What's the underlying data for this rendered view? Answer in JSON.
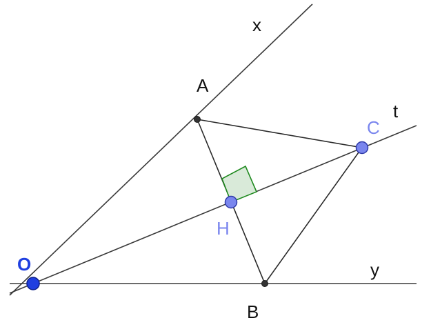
{
  "labels": {
    "x": "x",
    "t": "t",
    "y": "y",
    "A": "A",
    "B": "B",
    "C": "C",
    "H": "H",
    "O": "O"
  },
  "colors": {
    "line": "#3a3a3a",
    "point_dark": "#333333",
    "point_O": "#1f3fe0",
    "point_C_H": "#7a86ee",
    "right_angle_fill": "#d9ead9",
    "right_angle_stroke": "#1f8a1f"
  }
}
